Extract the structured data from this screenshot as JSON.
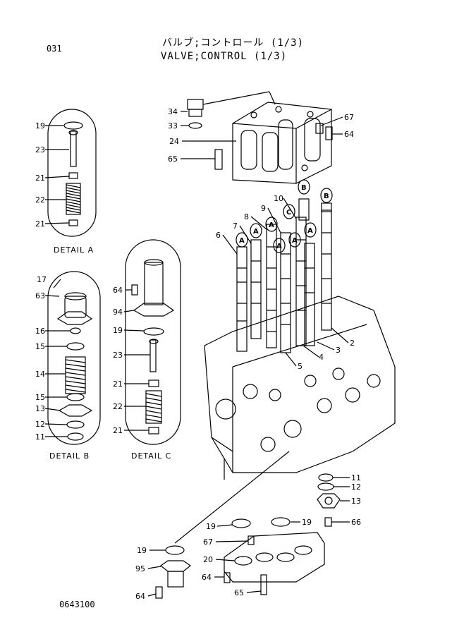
{
  "header": {
    "page_number": "031",
    "title_jp": "バルブ;コントロール (1/3)",
    "title_en": "VALVE;CONTROL (1/3)"
  },
  "footer": {
    "drawing_number": "0643100"
  },
  "details": {
    "a": {
      "caption": "DETAIL A",
      "labels": [
        "19",
        "23",
        "21",
        "22",
        "21"
      ]
    },
    "b": {
      "caption": "DETAIL B",
      "labels": [
        "17",
        "63",
        "16",
        "15",
        "14",
        "15",
        "13",
        "12",
        "11"
      ]
    },
    "c": {
      "caption": "DETAIL C",
      "labels": [
        "64",
        "94",
        "19",
        "23",
        "21",
        "22",
        "21"
      ]
    }
  },
  "top_cover": {
    "labels": [
      "34",
      "33",
      "24",
      "65",
      "67",
      "64"
    ]
  },
  "main_valve": {
    "spool_labels": [
      "6",
      "7",
      "8",
      "9",
      "10",
      "2",
      "3",
      "4",
      "5"
    ],
    "detail_bubbles": [
      "A",
      "A",
      "A",
      "A",
      "C",
      "A",
      "A",
      "B",
      "B"
    ]
  },
  "right_side": {
    "labels": [
      "11",
      "12",
      "13",
      "66"
    ]
  },
  "bottom_cover": {
    "labels": [
      "19",
      "19",
      "19",
      "67",
      "20",
      "95",
      "64",
      "64",
      "65"
    ]
  }
}
